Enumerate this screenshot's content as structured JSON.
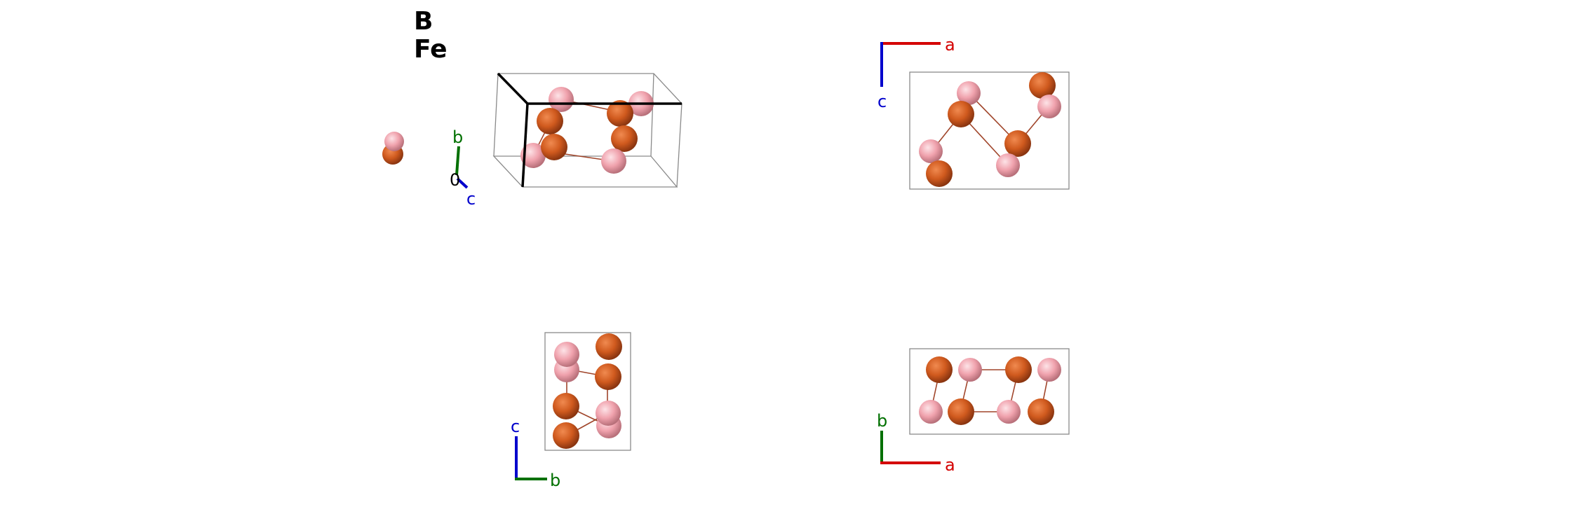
{
  "legend": {
    "items": [
      {
        "label": "B",
        "color": "#f3a7b0"
      },
      {
        "label": "Fe",
        "color": "#d65c22"
      }
    ]
  },
  "colors": {
    "a": "#d40000",
    "b": "#007000",
    "c": "#0000cc",
    "boron": "#f3a7b0",
    "iron": "#d65c22",
    "bond": "#a0452a"
  },
  "views": {
    "perspective": {
      "axes": {
        "origin": "0",
        "b": "b",
        "c": "c"
      }
    },
    "view_ac": {
      "axes": {
        "a": "a",
        "c": "c"
      }
    },
    "view_bc": {
      "axes": {
        "b": "b",
        "c": "c"
      }
    },
    "view_ab": {
      "axes": {
        "a": "a",
        "b": "b"
      }
    }
  }
}
